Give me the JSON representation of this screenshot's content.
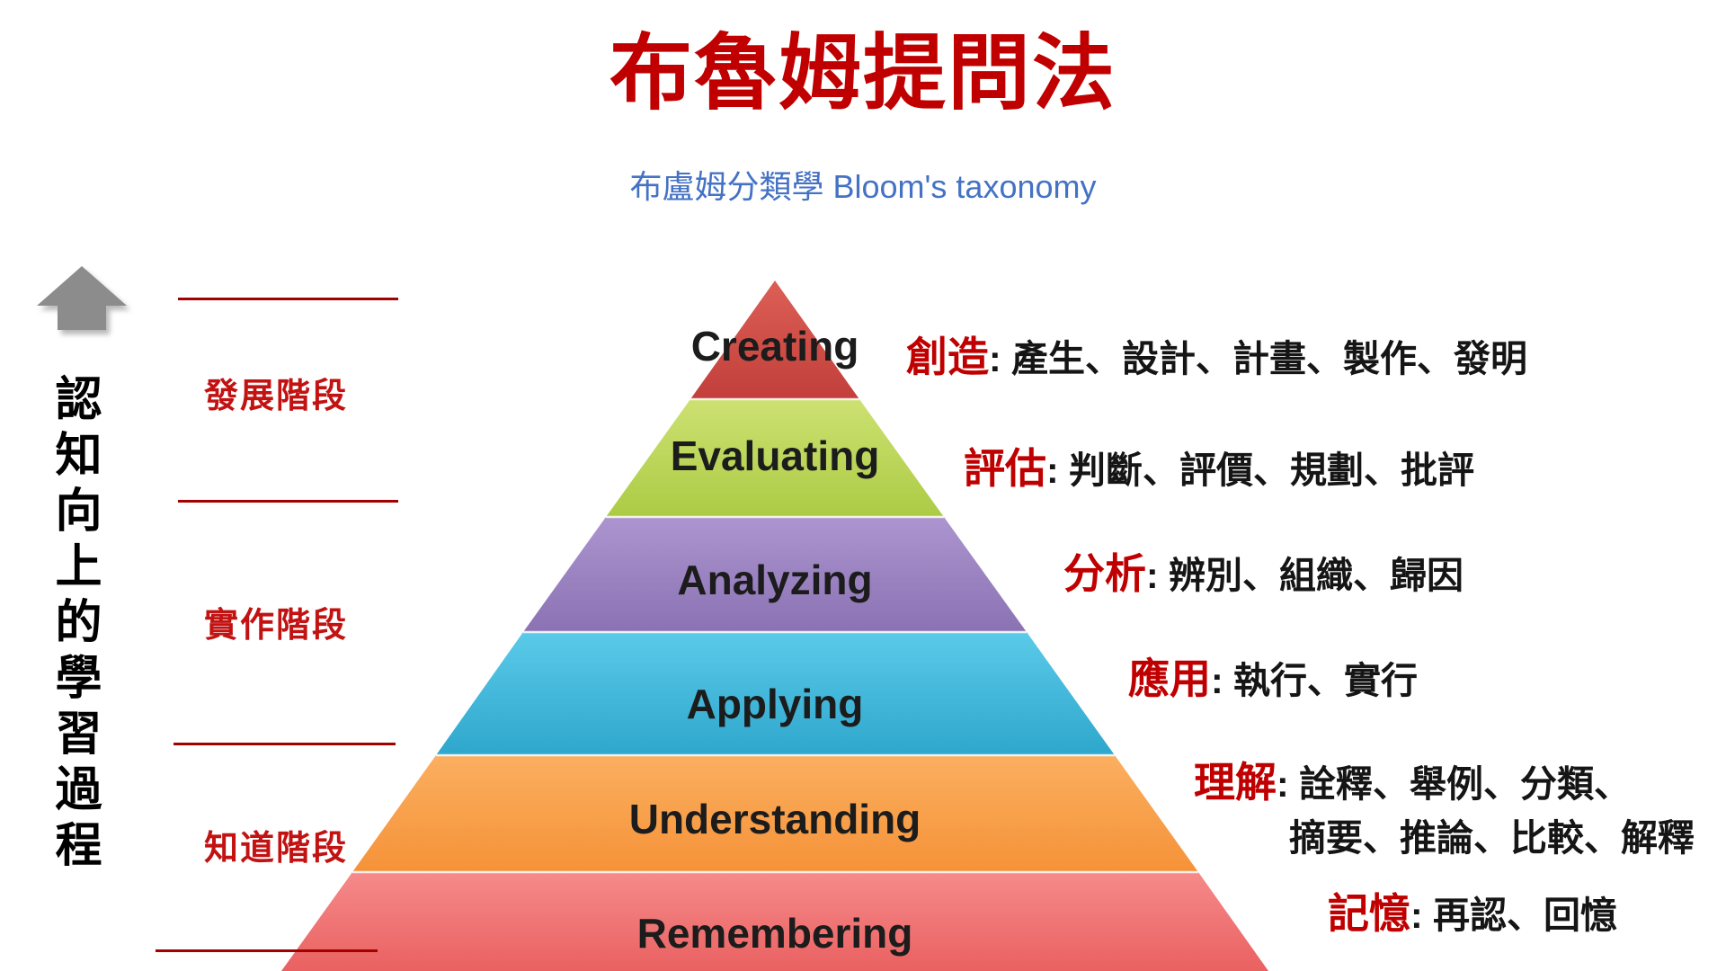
{
  "header": {
    "title": "布魯姆提問法",
    "subtitle": "布盧姆分類學 Bloom's taxonomy",
    "title_color": "#C00000",
    "subtitle_color": "#4472C4"
  },
  "left_panel": {
    "arrow_icon": "up-arrow",
    "arrow_color": "#8C8C8C",
    "vertical_label": "認知向上的學習過程",
    "stage_labels": [
      "發展階段",
      "實作階段",
      "知道階段"
    ],
    "stage_label_color": "#C21212",
    "divider_line_color": "#A30000"
  },
  "pyramid": {
    "label_color": "#1C1C1C",
    "term_color": "#C00000",
    "desc_color": "#151515",
    "levels": [
      {
        "name": "Creating",
        "term": "創造",
        "desc": ": 產生、設計、計畫、製作、發明",
        "color_top": "#DC5F55",
        "color_bottom": "#C23F3B"
      },
      {
        "name": "Evaluating",
        "term": "評估",
        "desc": ": 判斷、評價、規劃、批評",
        "color_top": "#CDE172",
        "color_bottom": "#ACCB44"
      },
      {
        "name": "Analyzing",
        "term": "分析",
        "desc": ": 辨別、組織、歸因",
        "color_top": "#AC95CF",
        "color_bottom": "#8B72B4"
      },
      {
        "name": "Applying",
        "term": "應用",
        "desc": ": 執行、實行",
        "color_top": "#5BCAE9",
        "color_bottom": "#2EA7CC"
      },
      {
        "name": "Understanding",
        "term": "理解",
        "desc": ": 詮釋、舉例、分類、",
        "desc_line2": "摘要、推論、比較、解釋",
        "color_top": "#FBAF60",
        "color_bottom": "#F59238"
      },
      {
        "name": "Remembering",
        "term": "記憶",
        "desc": ": 再認、回憶",
        "color_top": "#F68A8A",
        "color_bottom": "#EA6161"
      }
    ]
  }
}
